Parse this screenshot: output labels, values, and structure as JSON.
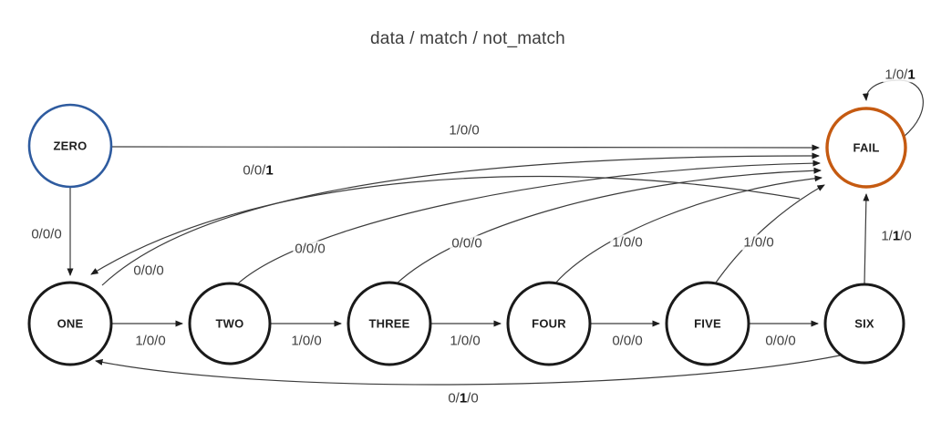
{
  "title": "data / match / not_match",
  "diagram": {
    "type": "finite-state-machine",
    "states": [
      {
        "id": "zero",
        "label": "ZERO",
        "role": "start",
        "border_color": "#2e5b9f"
      },
      {
        "id": "one",
        "label": "ONE",
        "role": "normal",
        "border_color": "#1a1a1a"
      },
      {
        "id": "two",
        "label": "TWO",
        "role": "normal",
        "border_color": "#1a1a1a"
      },
      {
        "id": "three",
        "label": "THREE",
        "role": "normal",
        "border_color": "#1a1a1a"
      },
      {
        "id": "four",
        "label": "FOUR",
        "role": "normal",
        "border_color": "#1a1a1a"
      },
      {
        "id": "five",
        "label": "FIVE",
        "role": "normal",
        "border_color": "#1a1a1a"
      },
      {
        "id": "six",
        "label": "SIX",
        "role": "normal",
        "border_color": "#1a1a1a"
      },
      {
        "id": "fail",
        "label": "FAIL",
        "role": "fail",
        "border_color": "#c55a11"
      }
    ],
    "transitions": [
      {
        "id": "zero-one",
        "from": "ZERO",
        "to": "ONE",
        "label": "0/0/0",
        "pre": "0/0/0",
        "bold": "",
        "post": ""
      },
      {
        "id": "zero-fail",
        "from": "ZERO",
        "to": "FAIL",
        "label": "1/0/0",
        "pre": "1/0/0",
        "bold": "",
        "post": ""
      },
      {
        "id": "one-two",
        "from": "ONE",
        "to": "TWO",
        "label": "1/0/0",
        "pre": "1/0/0",
        "bold": "",
        "post": ""
      },
      {
        "id": "two-three",
        "from": "TWO",
        "to": "THREE",
        "label": "1/0/0",
        "pre": "1/0/0",
        "bold": "",
        "post": ""
      },
      {
        "id": "three-four",
        "from": "THREE",
        "to": "FOUR",
        "label": "1/0/0",
        "pre": "1/0/0",
        "bold": "",
        "post": ""
      },
      {
        "id": "four-five",
        "from": "FOUR",
        "to": "FIVE",
        "label": "0/0/0",
        "pre": "0/0/0",
        "bold": "",
        "post": ""
      },
      {
        "id": "five-six",
        "from": "FIVE",
        "to": "SIX",
        "label": "0/0/0",
        "pre": "0/0/0",
        "bold": "",
        "post": ""
      },
      {
        "id": "one-fail",
        "from": "ONE",
        "to": "FAIL",
        "label": "0/0/0",
        "pre": "0/0/0",
        "bold": "",
        "post": ""
      },
      {
        "id": "two-fail",
        "from": "TWO",
        "to": "FAIL",
        "label": "0/0/0",
        "pre": "0/0/0",
        "bold": "",
        "post": ""
      },
      {
        "id": "three-fail",
        "from": "THREE",
        "to": "FAIL",
        "label": "0/0/0",
        "pre": "0/0/0",
        "bold": "",
        "post": ""
      },
      {
        "id": "four-fail",
        "from": "FOUR",
        "to": "FAIL",
        "label": "1/0/0",
        "pre": "1/0/0",
        "bold": "",
        "post": ""
      },
      {
        "id": "five-fail",
        "from": "FIVE",
        "to": "FAIL",
        "label": "1/0/0",
        "pre": "1/0/0",
        "bold": "",
        "post": ""
      },
      {
        "id": "six-fail",
        "from": "SIX",
        "to": "FAIL",
        "label": "1/1/0",
        "pre": "1/",
        "bold": "1",
        "post": "/0"
      },
      {
        "id": "six-one",
        "from": "SIX",
        "to": "ONE",
        "label": "0/1/0",
        "pre": "0/",
        "bold": "1",
        "post": "/0"
      },
      {
        "id": "fail-one",
        "from": "FAIL",
        "to": "ONE",
        "label": "0/0/1",
        "pre": "0/0/",
        "bold": "1",
        "post": ""
      },
      {
        "id": "fail-fail",
        "from": "FAIL",
        "to": "FAIL",
        "label": "1/0/1",
        "pre": "1/0/",
        "bold": "1",
        "post": ""
      }
    ]
  },
  "colors": {
    "start_state_border": "#2e5b9f",
    "fail_state_border": "#c55a11",
    "normal_state_border": "#1a1a1a",
    "edge_stroke": "#3c3c3c",
    "label_text": "#404040",
    "background": "#ffffff"
  }
}
